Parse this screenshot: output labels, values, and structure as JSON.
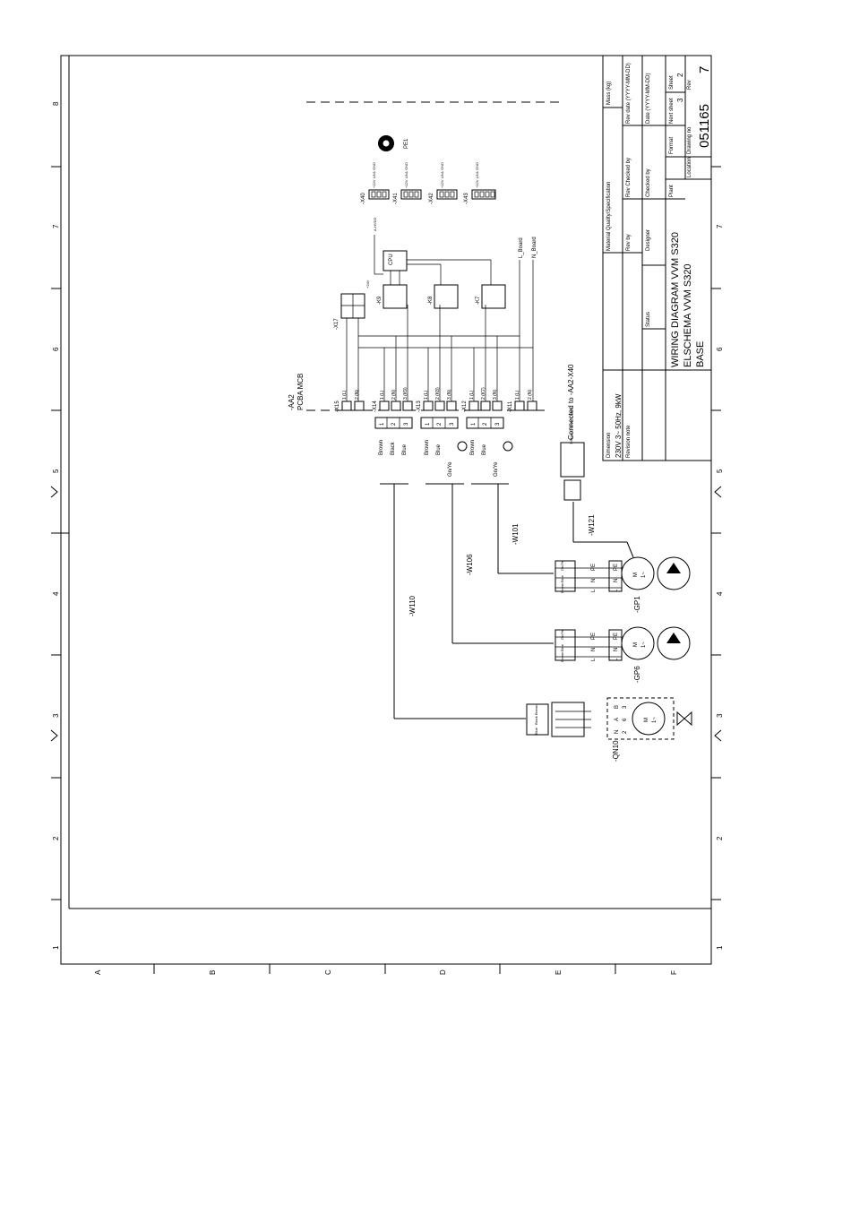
{
  "frame": {
    "row_numbers": [
      "8",
      "7",
      "6",
      "5",
      "4",
      "3",
      "2",
      "1"
    ],
    "col_letters": [
      "A",
      "B",
      "C",
      "D",
      "E",
      "F"
    ]
  },
  "title_block": {
    "material_label": "Material Quality/Specification",
    "mass_label": "Mass (kg)",
    "rev_date_label": "Rev date (YYYY-MM-DD)",
    "date_label": "Date (YYYY-MM-DD)",
    "rev_checked_label": "Rev Checked by",
    "checked_label": "Checked by",
    "rev_by_label": "Rev by",
    "designer_label": "Designer",
    "status_label": "Status",
    "format_label": "Format",
    "next_sheet_label": "Next sheet",
    "next_sheet_value": "3",
    "sheet_label": "Sheet",
    "sheet_value": "2",
    "plant_label": "Plant",
    "drawing_no_label": "Drawing no",
    "rev_label": "Rev",
    "location_label": "Location",
    "drawing_no": "051165",
    "rev": "7",
    "title_1": "WIRING DIAGRAM VVM S320",
    "title_2": "ELSCHEMA VVM S320",
    "title_3": "BASE",
    "dimension_label": "Dimension",
    "dimension_value": "230V 3~ 50Hz, 9kW",
    "revision_note_label": "Revision note"
  },
  "board": {
    "name": "-AA2",
    "subtitle": "PCBA MCB",
    "pe": "PE1",
    "relays": [
      "-K9",
      "-K8",
      "-K7"
    ],
    "cpu_label": "CPU",
    "x17": "-X17",
    "v24": "+24V",
    "a_hvdd": "A-HVDD",
    "l_board": "L_Board",
    "n_board": "N_Board",
    "connectors": [
      "-X15",
      "-X14",
      "-X13",
      "-X12",
      "-X11"
    ],
    "term_1l": "1 (L)",
    "term_2n": "2 (N)",
    "term_3_k9": "3 (K9)",
    "term_2_k8": "2 (K8)",
    "term_3_n": "3 (N)",
    "term_2_k7": "2 (K7)",
    "term_3_n12": "3 (N)",
    "lowvolt_conns": [
      "-X40",
      "-X41",
      "-X42",
      "-X43"
    ],
    "lowvolt_pins": "+12V LIN1 GND"
  },
  "wiring": {
    "pin1": "1",
    "pin2": "2",
    "pin3": "3",
    "brown": "Brown",
    "black": "Black",
    "blue": "Blue",
    "grn_ye": "Gn/Ye",
    "cables": [
      "-W110",
      "-W106",
      "-W101",
      "-W121"
    ],
    "connected_to": "Connected to -AA2-X40"
  },
  "devices": {
    "gp1": "-GP1",
    "gp6": "-GP6",
    "qn10": "-QN10",
    "t_l": "L",
    "t_n": "N",
    "t_pe": "PE",
    "motor": "M",
    "phase": "1~",
    "valve_b": "B",
    "valve_a": "A",
    "valve_n": "N",
    "valve_3": "3",
    "valve_6": "6",
    "valve_2": "2",
    "w121_pins": "1 Brown 2 Blue 3 Black"
  }
}
